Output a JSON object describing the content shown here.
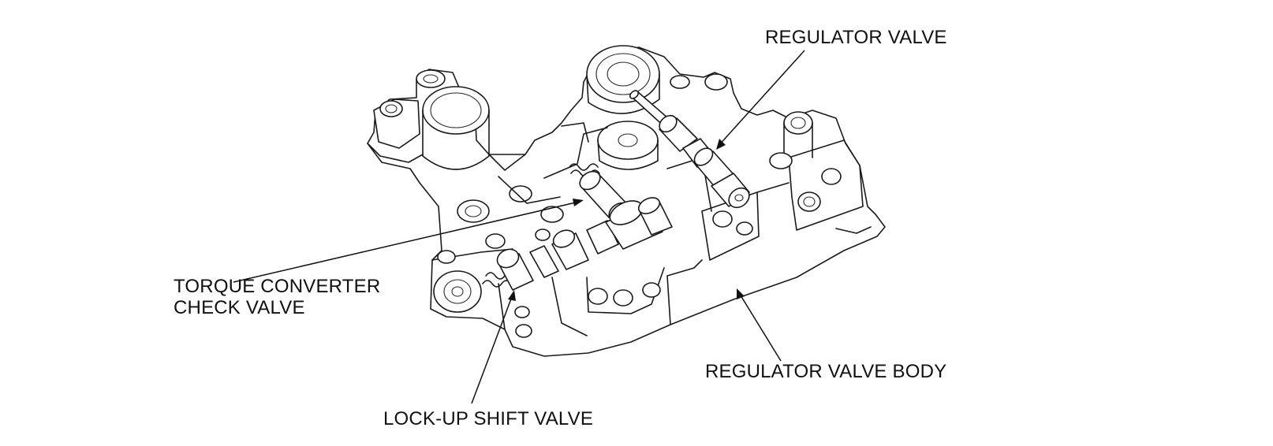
{
  "diagram": {
    "labels": {
      "regulator_valve": "REGULATOR VALVE",
      "torque_converter_line1": "TORQUE CONVERTER",
      "torque_converter_line2": "CHECK VALVE",
      "regulator_valve_body": "REGULATOR VALVE BODY",
      "lock_up_shift_valve": "LOCK-UP SHIFT VALVE"
    },
    "colors": {
      "line": "#1a1a1a",
      "background": "#ffffff"
    }
  }
}
